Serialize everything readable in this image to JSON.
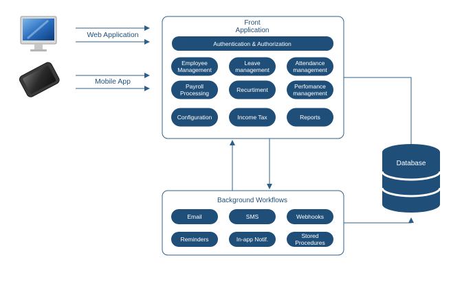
{
  "front": {
    "title_line1": "Front",
    "title_line2": "Application",
    "auth": "Authentication & Authorization",
    "modules": [
      {
        "l1": "Employee",
        "l2": "Management"
      },
      {
        "l1": "Leave",
        "l2": "management"
      },
      {
        "l1": "Attendance",
        "l2": "management"
      },
      {
        "l1": "Payroll",
        "l2": "Processing"
      },
      {
        "l1": "Recurtiment",
        "l2": ""
      },
      {
        "l1": "Perfomance",
        "l2": "management"
      },
      {
        "l1": "Configuration",
        "l2": ""
      },
      {
        "l1": "Income Tax",
        "l2": ""
      },
      {
        "l1": "Reports",
        "l2": ""
      }
    ]
  },
  "background": {
    "title": "Background Workflows",
    "items": [
      {
        "l1": "Email",
        "l2": ""
      },
      {
        "l1": "SMS",
        "l2": ""
      },
      {
        "l1": "Webhooks",
        "l2": ""
      },
      {
        "l1": "Reminders",
        "l2": ""
      },
      {
        "l1": "In-app Notif.",
        "l2": ""
      },
      {
        "l1": "Stored",
        "l2": "Procedures"
      }
    ]
  },
  "clients": {
    "web_label": "Web Application",
    "mobile_label": "Mobile App"
  },
  "database": {
    "label": "Database"
  },
  "colors": {
    "accent": "#1f4e79",
    "line": "#2e5f8a"
  }
}
